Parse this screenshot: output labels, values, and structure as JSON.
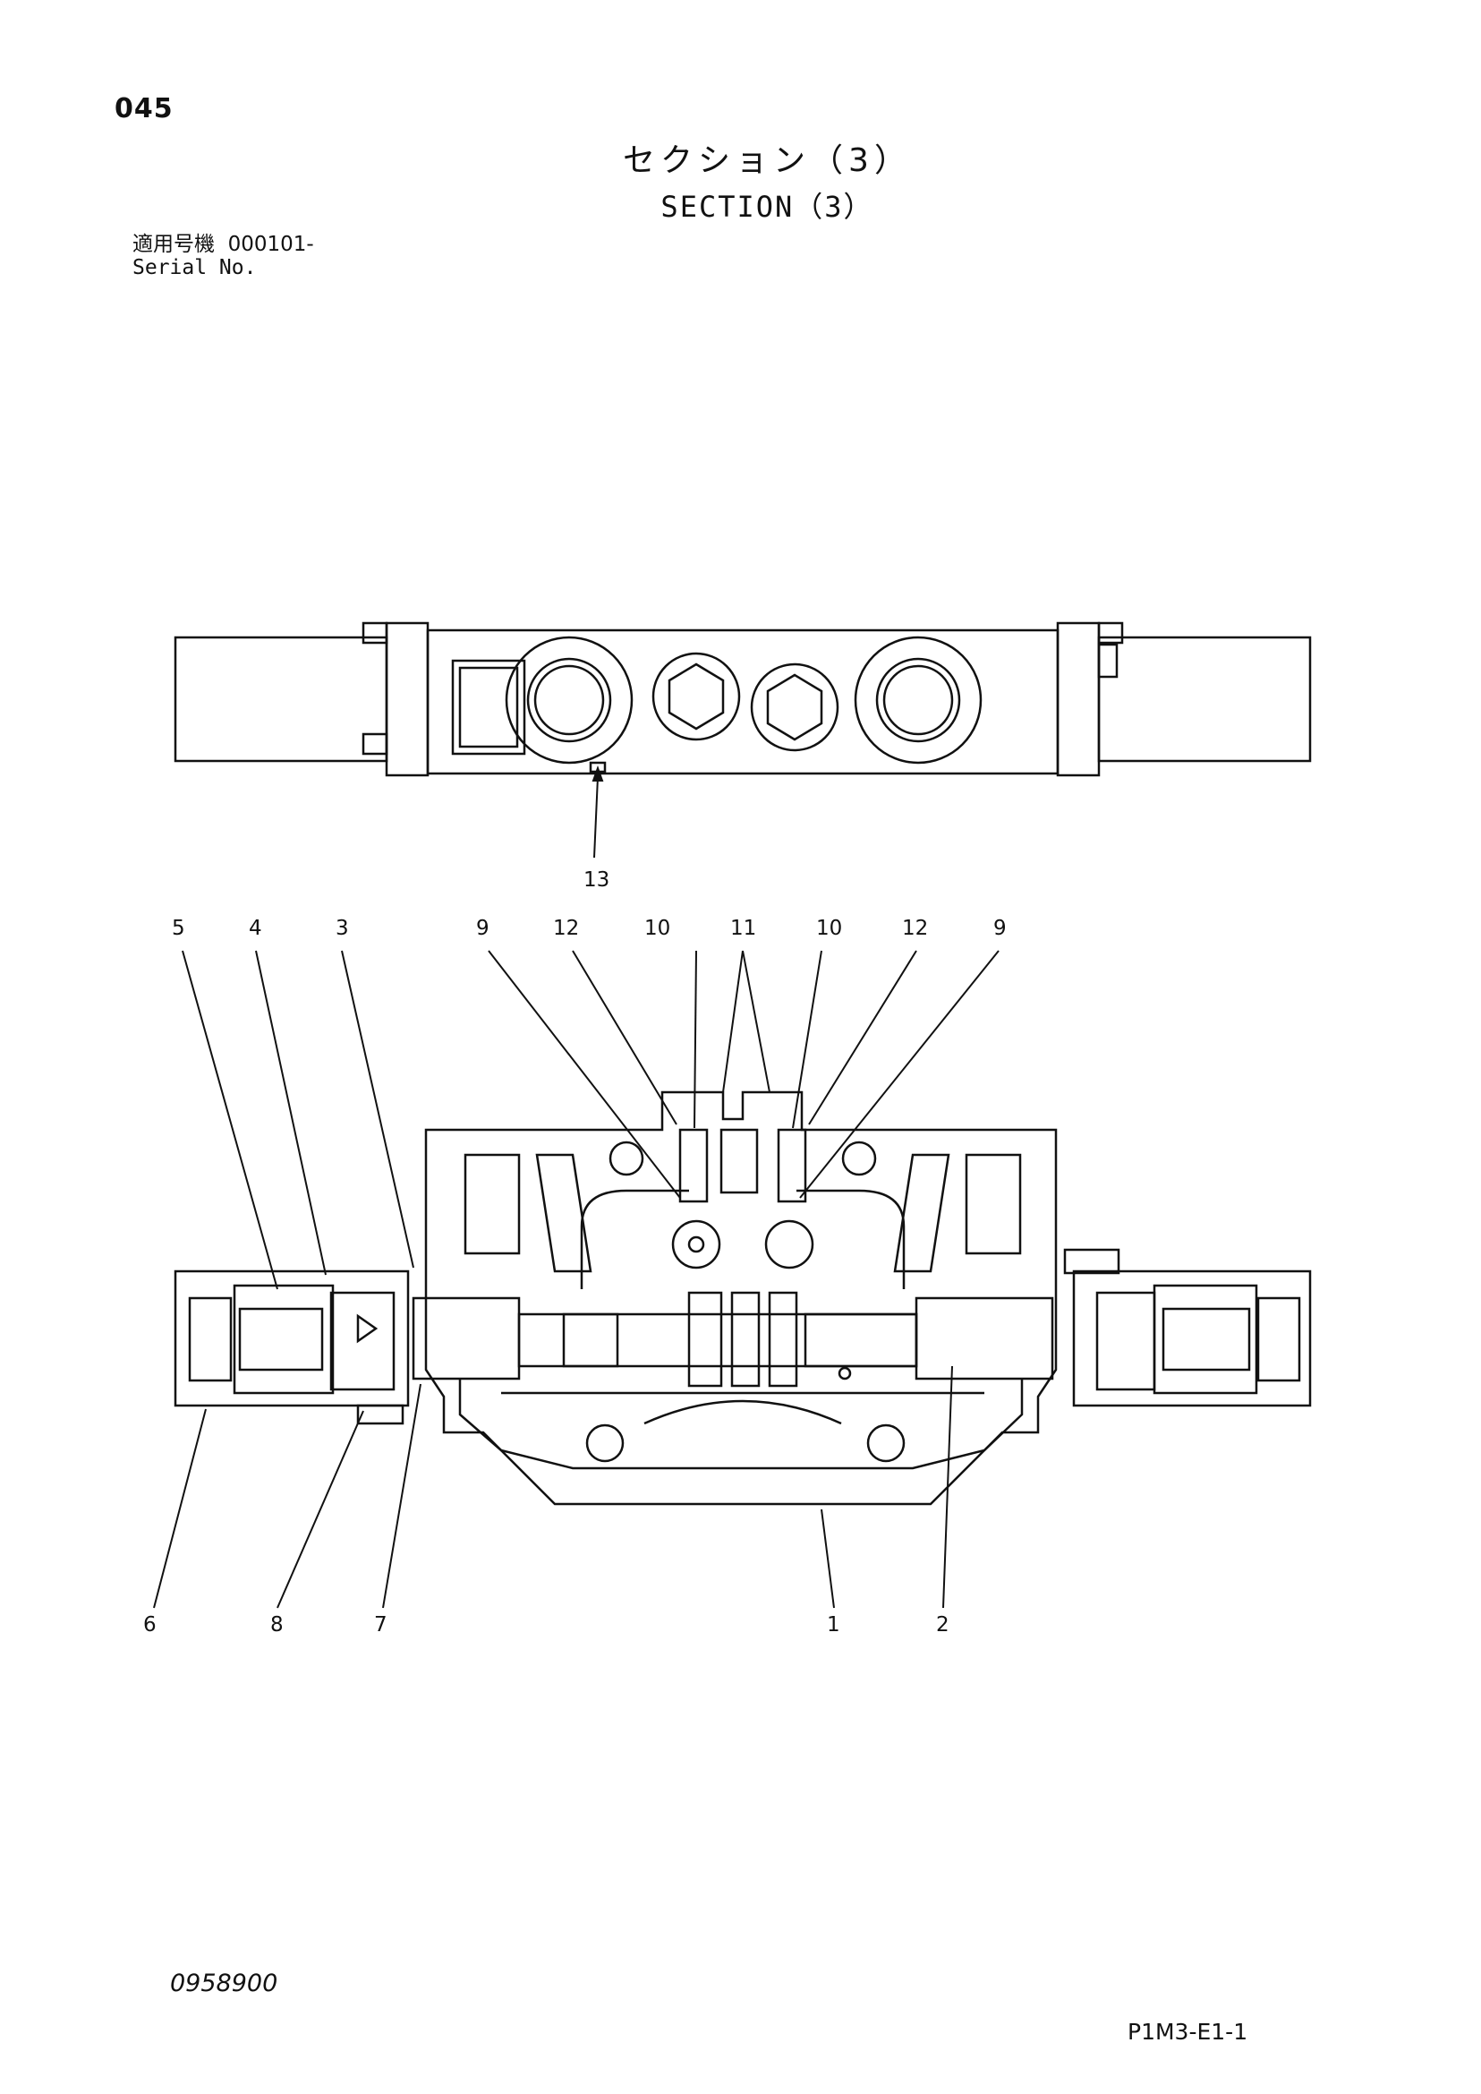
{
  "header": {
    "page_number": "045",
    "title_jp": "セクション（3）",
    "title_en": "SECTION（3）"
  },
  "serial": {
    "label_jp": "適用号機",
    "value": "000101-",
    "label_en": "Serial No."
  },
  "top_view": {
    "callouts": [
      "13"
    ]
  },
  "section_view": {
    "callouts_top": [
      "5",
      "4",
      "3",
      "9",
      "12",
      "10",
      "11",
      "10",
      "12",
      "9"
    ],
    "callouts_bottom": [
      "6",
      "8",
      "7",
      "1",
      "2"
    ]
  },
  "footer": {
    "doc_code": "0958900",
    "sheet_code": "P1M3-E1-1"
  }
}
